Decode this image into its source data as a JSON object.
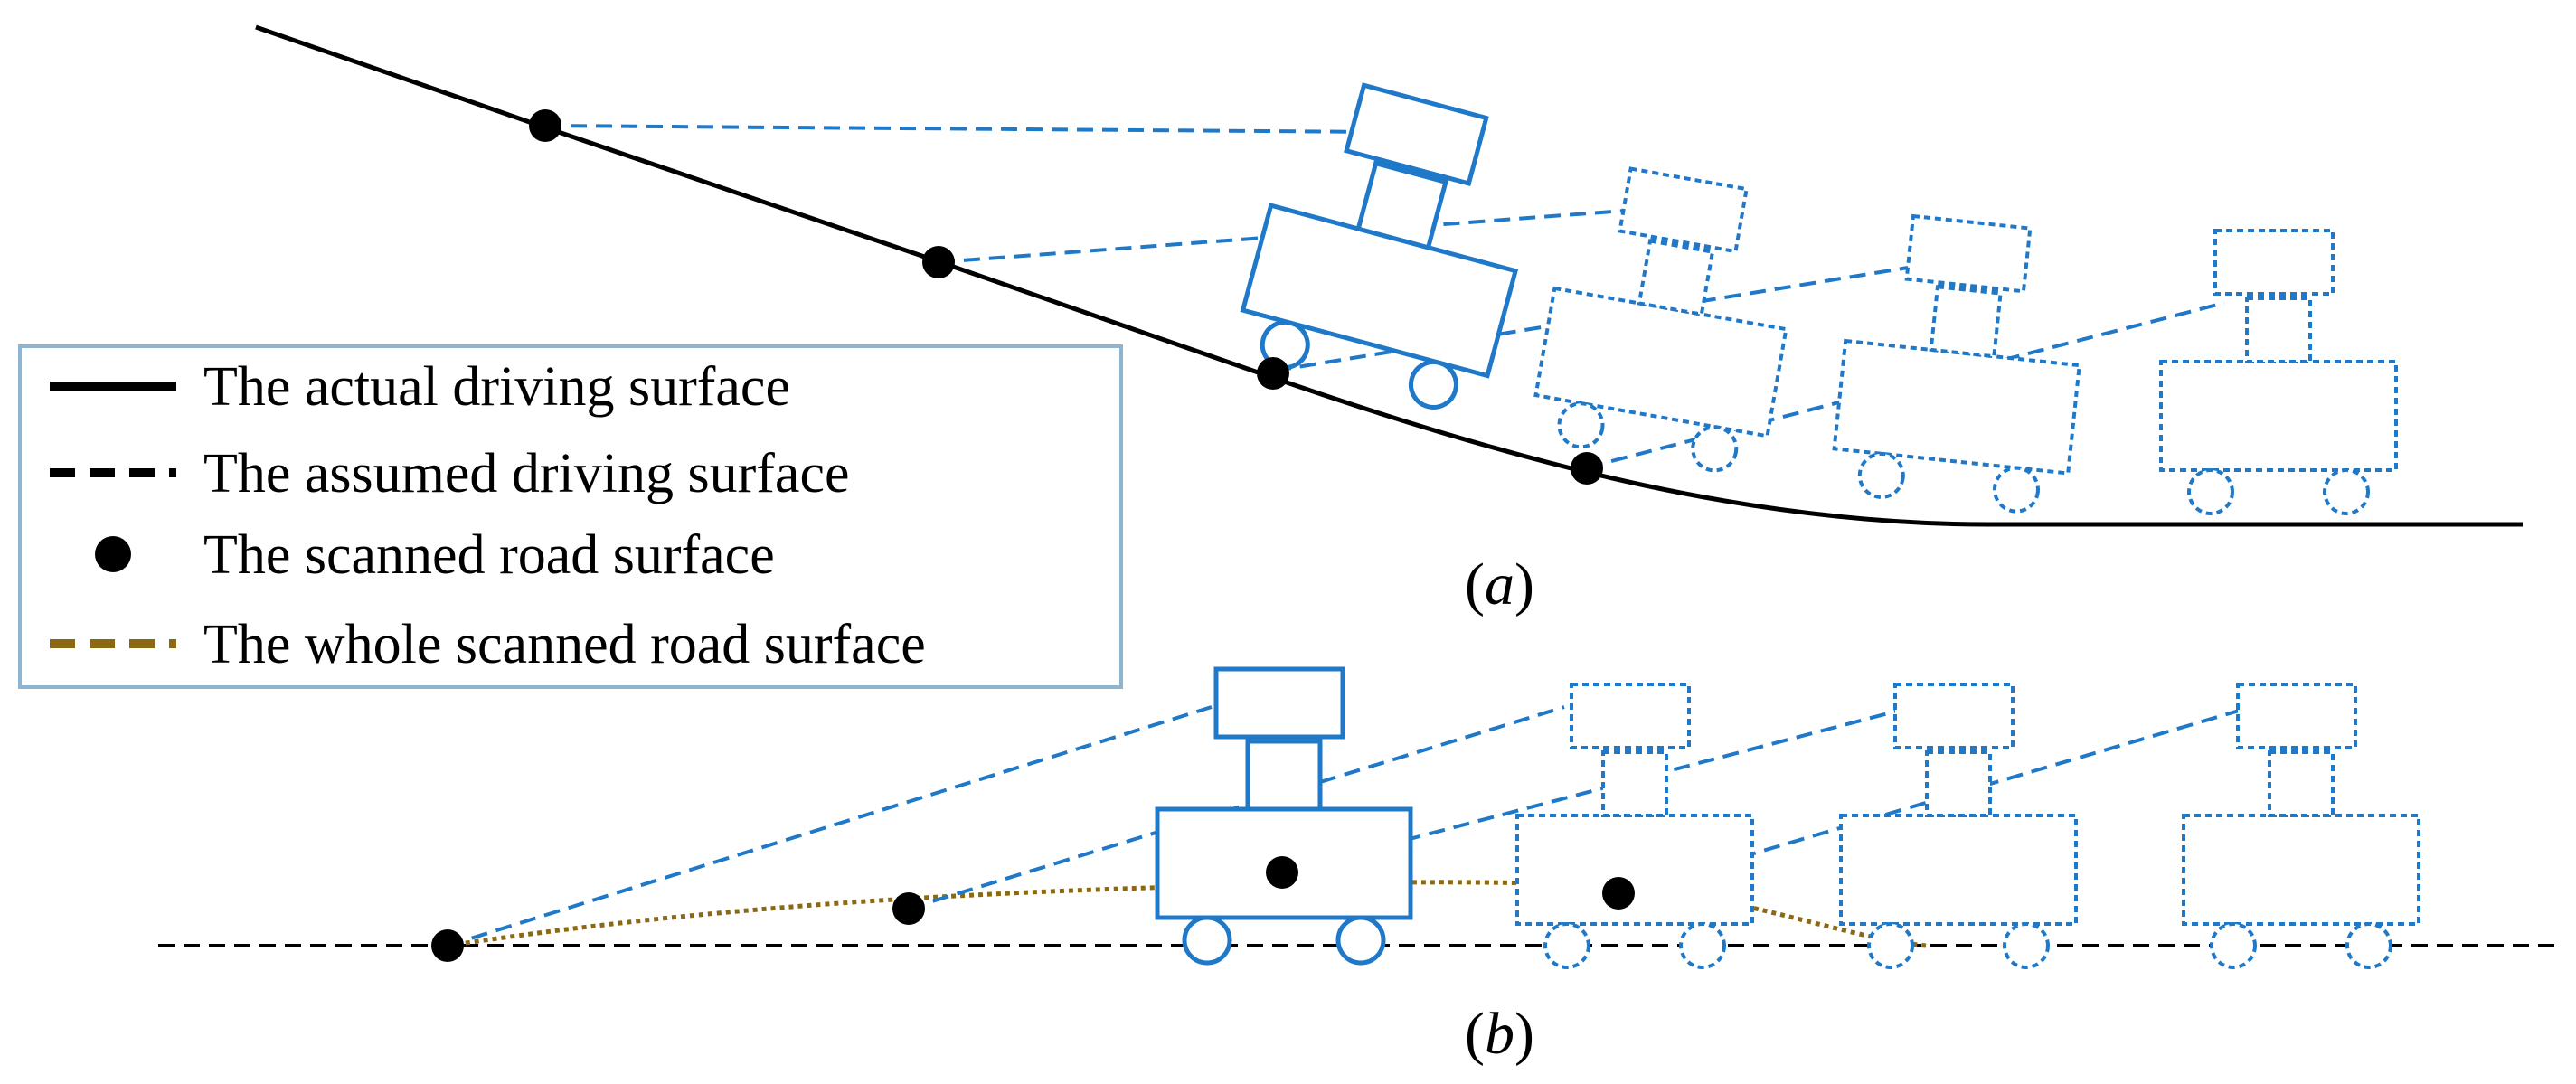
{
  "legend": {
    "items": [
      {
        "label": "The actual driving surface",
        "marker": "solid-line",
        "color": "#000000"
      },
      {
        "label": "The assumed driving surface",
        "marker": "dashed-line",
        "color": "#000000"
      },
      {
        "label": "The scanned road surface",
        "marker": "dot",
        "color": "#000000"
      },
      {
        "label": "The whole scanned road surface",
        "marker": "dashed-line",
        "color": "#8B6914"
      }
    ]
  },
  "captions": {
    "a": {
      "open": "(",
      "letter": "a",
      "close": ")"
    },
    "b": {
      "open": "(",
      "letter": "b",
      "close": ")"
    }
  },
  "colors": {
    "vehicle": "#1F78C8",
    "surface": "#000000",
    "scanned_profile": "#8B6914",
    "legend_border": "#8FB4D0"
  }
}
